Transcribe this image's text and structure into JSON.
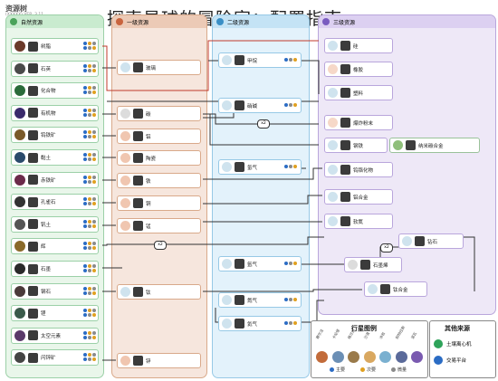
{
  "header": {
    "app_title": "资源树",
    "version": "(XXXXX) VER. 3.11",
    "title": "探索星球的冒险家：配置指南"
  },
  "columns": {
    "natural": "自然资源",
    "tier1": "一级资源",
    "tier2": "二级资源",
    "tier3": "三级资源"
  },
  "natural_resources": [
    {
      "label": "树脂"
    },
    {
      "label": "石英"
    },
    {
      "label": "化合物"
    },
    {
      "label": "有机物"
    },
    {
      "label": "钨铁矿"
    },
    {
      "label": "黏土"
    },
    {
      "label": "赤铁矿"
    },
    {
      "label": "孔雀石"
    },
    {
      "label": "钒土"
    },
    {
      "label": "辉"
    },
    {
      "label": "石墨"
    },
    {
      "label": "钢石"
    },
    {
      "label": "铿"
    },
    {
      "label": "太空元素"
    },
    {
      "label": "闪锌矿"
    }
  ],
  "tier1_resources": [
    {
      "label": "玻璃"
    },
    {
      "label": "碳"
    },
    {
      "label": "铝"
    },
    {
      "label": "陶瓷"
    },
    {
      "label": "铁"
    },
    {
      "label": "铜"
    },
    {
      "label": "锰"
    },
    {
      "label": "钛"
    },
    {
      "label": "锌"
    }
  ],
  "tier2_resources": [
    {
      "label": "甲烷"
    },
    {
      "label": "硝碱"
    },
    {
      "label": "氢气"
    },
    {
      "label": "氩气"
    },
    {
      "label": "氮气"
    },
    {
      "label": "氦气"
    }
  ],
  "tier3_resources": [
    {
      "label": "硅"
    },
    {
      "label": "橡胶"
    },
    {
      "label": "塑料"
    },
    {
      "label": "爆炸粉末"
    },
    {
      "label": "钢铁"
    },
    {
      "label": "钨铬化物"
    },
    {
      "label": "铝合金"
    },
    {
      "label": "软氮"
    },
    {
      "label": "钻石"
    },
    {
      "label": "石墨烯"
    },
    {
      "label": "钛合金"
    }
  ],
  "special": {
    "nano_label": "纳米碳合金"
  },
  "multipliers": {
    "first": "x2",
    "second": "x2",
    "third": "x2"
  },
  "legend": {
    "title": "行星图例",
    "planets": [
      "赛尔法",
      "卡伦塔",
      "格兰德",
      "沙漠",
      "冰岩",
      "阿特拉斯",
      "诺瓦"
    ],
    "abundance": [
      {
        "label": "主要",
        "color": "#2b6cc4"
      },
      {
        "label": "次要",
        "color": "#e0a020"
      },
      {
        "label": "微量",
        "color": "#8a8a8a"
      }
    ]
  },
  "other_sources": {
    "title": "其他来源",
    "items": [
      {
        "label": "土壤离心机"
      },
      {
        "label": "交易平台"
      }
    ]
  }
}
